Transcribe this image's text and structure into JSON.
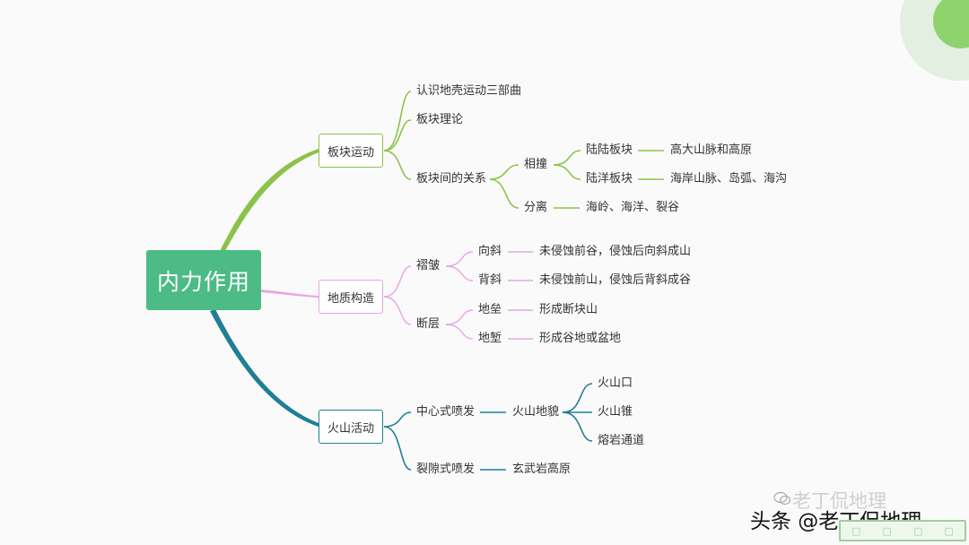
{
  "root": "内力作用",
  "branches": {
    "plate": "板块运动",
    "geo": "地质构造",
    "volcano": "火山活动"
  },
  "plate": {
    "three_steps": "认识地壳运动三部曲",
    "theory": "板块理论",
    "relation": "板块间的关系",
    "collide": "相撞",
    "continental": "陆陆板块",
    "continental_result": "高大山脉和高原",
    "oceanic": "陆洋板块",
    "oceanic_result": "海岸山脉、岛弧、海沟",
    "separate": "分离",
    "separate_result": "海岭、海洋、裂谷"
  },
  "geo": {
    "fold": "褶皱",
    "syncline": "向斜",
    "syncline_result": "未侵蚀前谷，侵蚀后向斜成山",
    "anticline": "背斜",
    "anticline_result": "未侵蚀前山，侵蚀后背斜成谷",
    "fault": "断层",
    "horst": "地垒",
    "horst_result": "形成断块山",
    "graben": "地堑",
    "graben_result": "形成谷地或盆地"
  },
  "volcano": {
    "central": "中心式喷发",
    "landform": "火山地貌",
    "crater": "火山口",
    "cone": "火山锥",
    "conduit": "熔岩通道",
    "fissure": "裂隙式喷发",
    "basalt": "玄武岩高原"
  },
  "colors": {
    "green": "#8bc34a",
    "pink": "#e6a6e4",
    "teal": "#1e7f95",
    "root_fill": "#4cbb85"
  },
  "watermark": {
    "text": "头条 @老丁侃地理",
    "ghost": "老丁侃地理"
  }
}
